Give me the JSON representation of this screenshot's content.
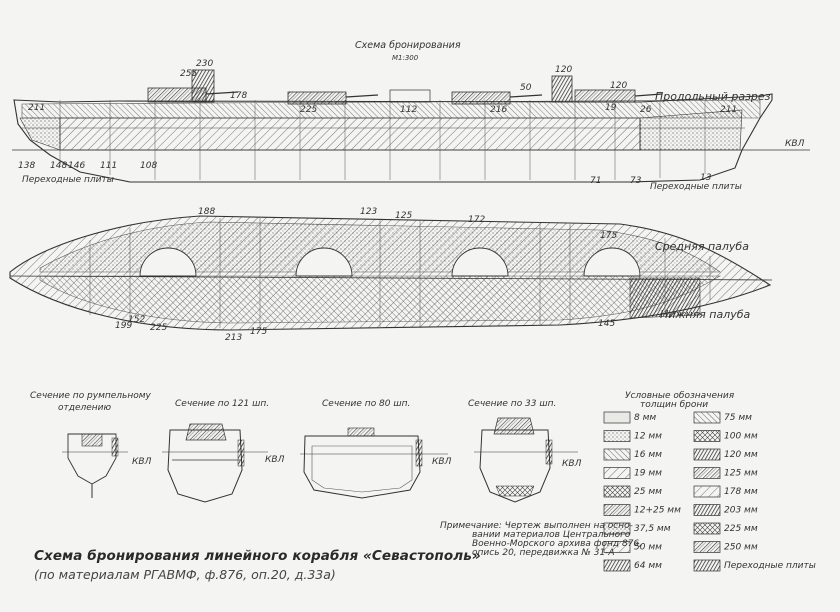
{
  "scheme": {
    "title": "Схема бронирования",
    "scale": "М1:300"
  },
  "profile": {
    "label": "Продольный разрез",
    "waterline": "КВЛ",
    "bulkhead_left": "Переходные плиты",
    "bulkhead_right": "Переходные плиты"
  },
  "plan": {
    "middle_deck": "Средняя палуба",
    "lower_deck": "Нижняя палуба"
  },
  "sections": [
    {
      "title_line1": "Сечение по румпельному",
      "title_line2": "отделению",
      "waterline": "КВЛ"
    },
    {
      "title_line1": "Сечение по 121 шп.",
      "title_line2": "",
      "waterline": "КВЛ"
    },
    {
      "title_line1": "Сечение по 80 шп.",
      "title_line2": "",
      "waterline": "КВЛ"
    },
    {
      "title_line1": "Сечение по 33 шп.",
      "title_line2": "",
      "waterline": "КВЛ"
    }
  ],
  "legend": {
    "title_line1": "Условные обозначения",
    "title_line2": "толщин брони",
    "items": [
      {
        "label": "8 мм"
      },
      {
        "label": "12 мм"
      },
      {
        "label": "16 мм"
      },
      {
        "label": "19 мм"
      },
      {
        "label": "25 мм"
      },
      {
        "label": "12+25 мм"
      },
      {
        "label": "37,5 мм"
      },
      {
        "label": "50 мм"
      },
      {
        "label": "64 мм"
      },
      {
        "label": "75 мм"
      },
      {
        "label": "100 мм"
      },
      {
        "label": "120 мм"
      },
      {
        "label": "125 мм"
      },
      {
        "label": "178 мм"
      },
      {
        "label": "203 мм"
      },
      {
        "label": "225 мм"
      },
      {
        "label": "250 мм"
      },
      {
        "label": "Переходные плиты"
      }
    ]
  },
  "note": {
    "line1": "Примечание: Чертеж выполнен на осно-",
    "line2": "вании материалов Центрального",
    "line3": "Военно-Морского архива фонд 876,",
    "line4": "опись 20, передвижка № 31-А"
  },
  "numbers": {
    "p1": "211",
    "p2": "255",
    "p3": "230",
    "p4": "178",
    "p5": "120",
    "p6": "225",
    "p7": "112",
    "p8": "216",
    "p9": "50",
    "p10": "120",
    "p11": "19",
    "p12": "211",
    "p13": "26",
    "b1": "138",
    "b2": "148",
    "b3": "146",
    "b4": "111",
    "b5": "108",
    "b6": "71",
    "b7": "73",
    "b8": "13",
    "d1": "188",
    "d2": "175",
    "d3": "123",
    "d4": "125",
    "d5": "172",
    "l1": "152",
    "l2": "199",
    "l3": "225",
    "l4": "175",
    "l5": "213",
    "l6": "145"
  },
  "caption": {
    "title": "Схема бронирования линейного корабля «Севастополь»",
    "subtitle": "(по материалам РГАВМФ, ф.876, оп.20, д.33а)"
  }
}
